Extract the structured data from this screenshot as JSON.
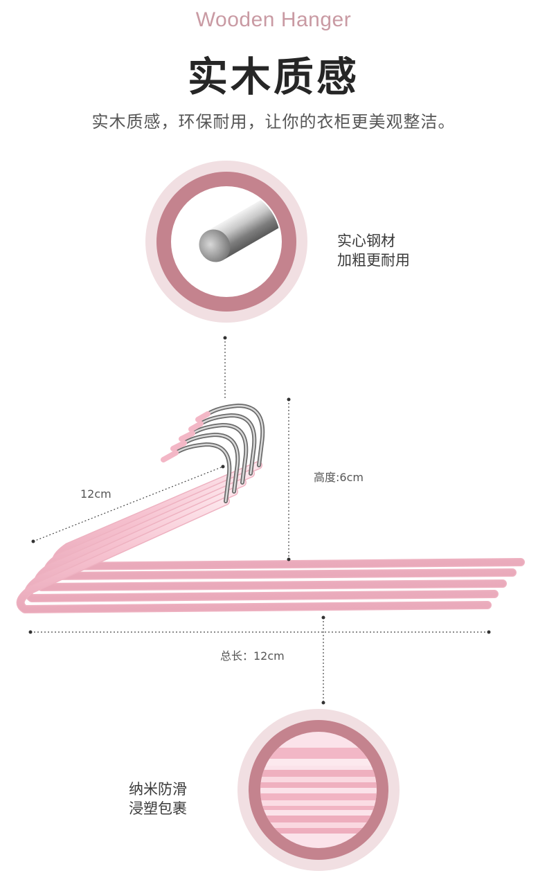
{
  "header": {
    "eyebrow": "Wooden Hanger",
    "title": "实木质感",
    "subtitle": "实木质感，环保耐用，让你的衣柜更美观整洁。"
  },
  "features": {
    "top": {
      "line1": "实心钢材",
      "line2": "加粗更耐用"
    },
    "bottom": {
      "line1": "纳米防滑",
      "line2": "浸塑包裹"
    }
  },
  "dimensions": {
    "diagonal": "12cm",
    "height": "高度:6cm",
    "length": "总长：12cm"
  },
  "colors": {
    "accent": "#c4838e",
    "ring_light": "#f1dfe2",
    "hanger_pink": "#f7c7d3",
    "hook_steel": "#9a9a9a"
  }
}
